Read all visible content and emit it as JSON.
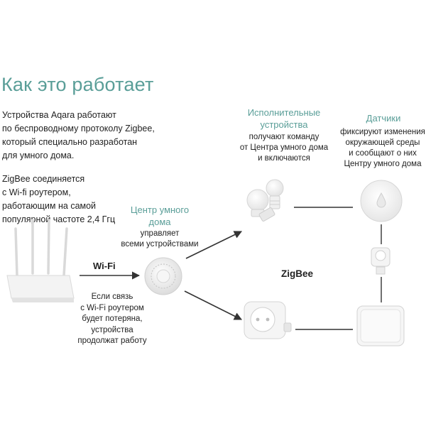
{
  "title": "Как это работает",
  "intro_lines": [
    "Устройства Aqara работают",
    "по беспроводному протоколу Zigbee,",
    "который специально разработан",
    "для умного дома."
  ],
  "zigbee_lines": [
    "ZigBee соединяется",
    "с  Wi-fi роутером,",
    "работающим на самой",
    "популярной частоте 2,4 Ггц"
  ],
  "actuators": {
    "title_lines": [
      "Исполнительные",
      "устройства"
    ],
    "desc_lines": [
      "получают команду",
      "от Центра умного дома",
      "и включаются"
    ]
  },
  "sensors": {
    "title": "Датчики",
    "desc_lines": [
      "фиксируют изменения",
      "окружающей среды",
      "и сообщают о них",
      "Центру умного дома"
    ]
  },
  "hub": {
    "title_lines": [
      "Центр умного",
      "дома"
    ],
    "desc_lines": [
      "управляет",
      "всеми устройствами"
    ]
  },
  "wifi_label": "Wi-Fi",
  "fallback_lines": [
    "Если связь",
    "с Wi-Fi роутером",
    "будет потеряна,",
    "устройства",
    "продолжат работу"
  ],
  "zigbee_label": "ZigBee",
  "colors": {
    "accent": "#5a9e98",
    "text": "#222222",
    "line": "#333333"
  }
}
